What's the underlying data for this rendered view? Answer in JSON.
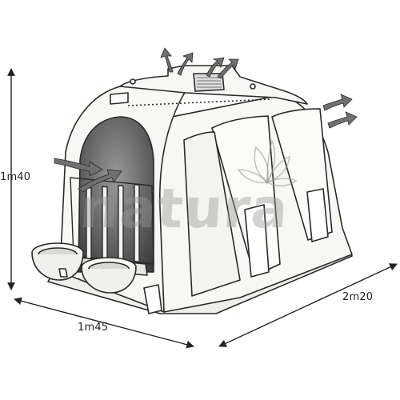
{
  "dimensions": {
    "height": "1m40",
    "width": "1m45",
    "length": "2m20"
  },
  "watermark": {
    "text": "natura"
  },
  "colors": {
    "outline": "#2a2a2a",
    "body_fill": "#f7f7f4",
    "doorway_dark": "#5a5a5a",
    "arrow_fill": "#666666",
    "watermark": "#969696"
  },
  "icons": [
    "airflow-arrow-icon",
    "leaf-logo-icon"
  ]
}
